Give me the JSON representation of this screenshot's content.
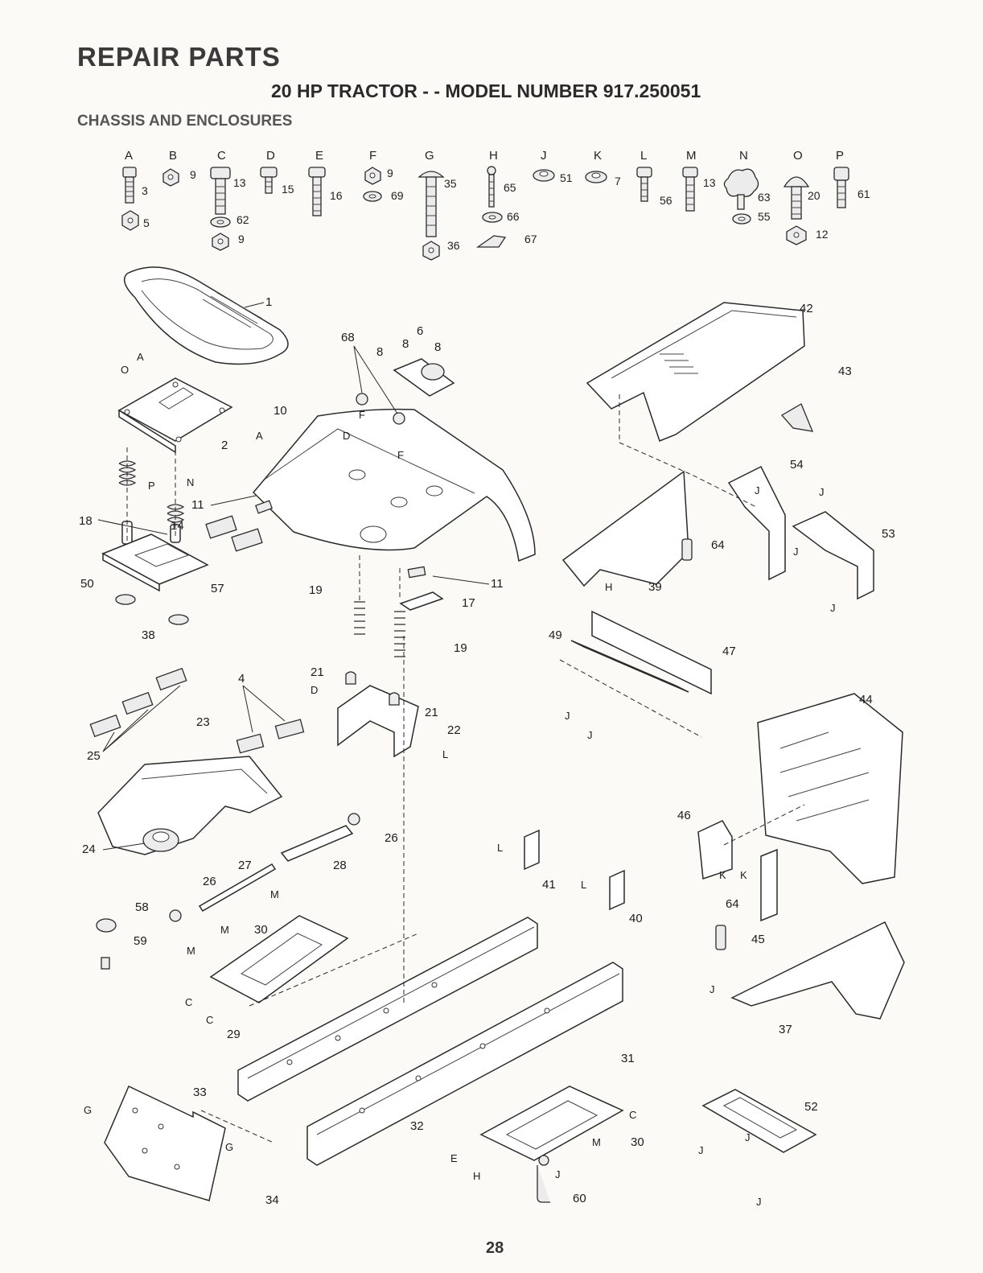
{
  "header": {
    "title": "REPAIR PARTS",
    "subtitle": "20 HP TRACTOR - - MODEL NUMBER 917.250051",
    "section": "CHASSIS AND ENCLOSURES"
  },
  "hardware_columns": [
    {
      "letter": "A",
      "parts": [
        "3",
        "5"
      ]
    },
    {
      "letter": "B",
      "parts": [
        "9"
      ]
    },
    {
      "letter": "C",
      "parts": [
        "13",
        "62",
        "9"
      ]
    },
    {
      "letter": "D",
      "parts": [
        "15"
      ]
    },
    {
      "letter": "E",
      "parts": [
        "16"
      ]
    },
    {
      "letter": "F",
      "parts": [
        "9",
        "69"
      ]
    },
    {
      "letter": "G",
      "parts": [
        "35",
        "36"
      ]
    },
    {
      "letter": "H",
      "parts": [
        "65",
        "66",
        "67"
      ]
    },
    {
      "letter": "J",
      "parts": [
        "51"
      ]
    },
    {
      "letter": "K",
      "parts": [
        "7"
      ]
    },
    {
      "letter": "L",
      "parts": [
        "56"
      ]
    },
    {
      "letter": "M",
      "parts": [
        "13"
      ]
    },
    {
      "letter": "N",
      "parts": [
        "63",
        "55"
      ]
    },
    {
      "letter": "O",
      "parts": [
        "20",
        "12"
      ]
    },
    {
      "letter": "P",
      "parts": [
        "61"
      ]
    }
  ],
  "callouts": [
    "1",
    "2",
    "4",
    "6",
    "8",
    "8",
    "8",
    "10",
    "11",
    "11",
    "14",
    "17",
    "18",
    "19",
    "19",
    "21",
    "21",
    "22",
    "23",
    "24",
    "25",
    "26",
    "26",
    "27",
    "28",
    "29",
    "30",
    "30",
    "31",
    "32",
    "33",
    "34",
    "37",
    "38",
    "39",
    "40",
    "41",
    "42",
    "43",
    "44",
    "45",
    "46",
    "47",
    "49",
    "50",
    "52",
    "53",
    "54",
    "57",
    "58",
    "59",
    "60",
    "64",
    "64",
    "68"
  ],
  "ref_letters": [
    "O",
    "A",
    "A",
    "P",
    "N",
    "D",
    "F",
    "F",
    "D",
    "L",
    "J",
    "J",
    "J",
    "J",
    "H",
    "J",
    "J",
    "K",
    "K",
    "M",
    "M",
    "M",
    "C",
    "C",
    "L",
    "L",
    "G",
    "G",
    "C",
    "C",
    "M",
    "M",
    "E",
    "H",
    "J",
    "J",
    "J"
  ],
  "footer": {
    "page_number": "28"
  }
}
